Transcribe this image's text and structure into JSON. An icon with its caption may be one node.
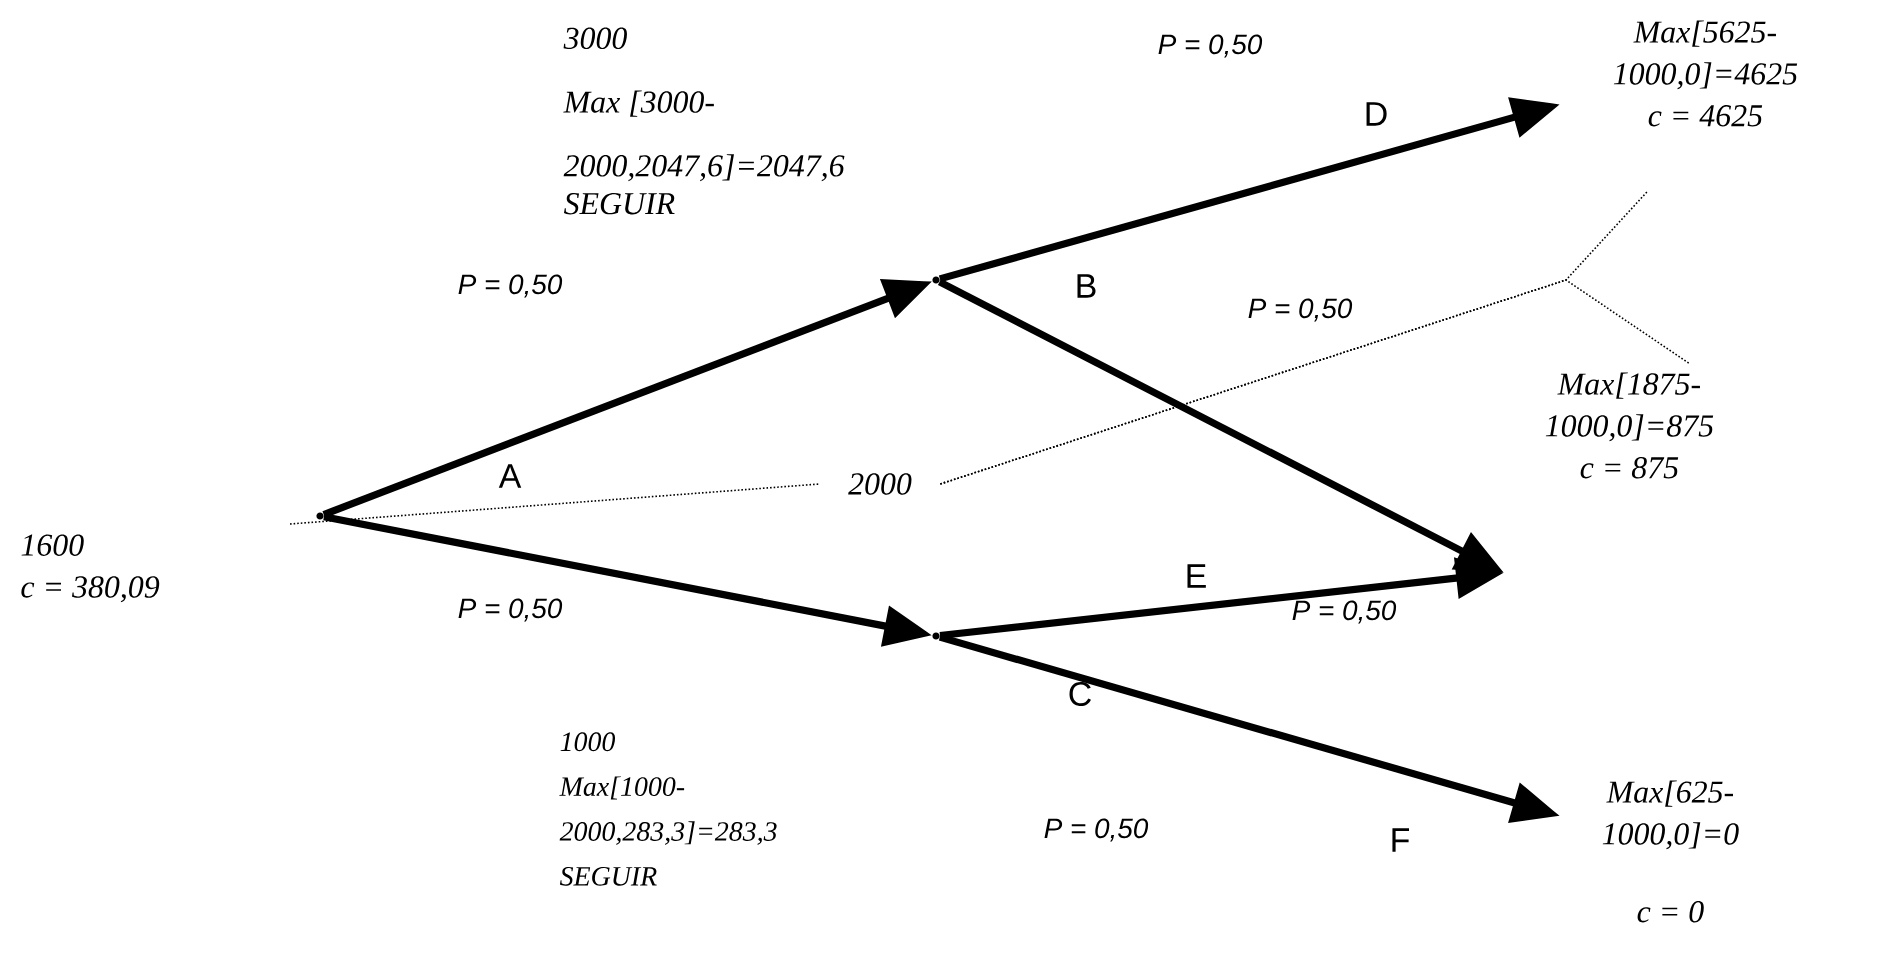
{
  "diagram": {
    "nodes": [
      {
        "text": [],
        "shape": "point",
        "beside": [
          "1600",
          "c = 380,09"
        ]
      },
      {
        "text": [],
        "shape": "point",
        "beside": [
          "3000",
          "Max [3000- 2000,2047,6]=2047,6",
          "SEGUIR"
        ]
      },
      {
        "text": [],
        "shape": "point",
        "beside": [
          "1000",
          "Max[1000- 2000,283,3]=283,3",
          "SEGUIR"
        ]
      },
      {
        "text": [
          "Max[5625- 1000,0]=4625",
          "c = 4625"
        ]
      },
      {
        "text": [
          "Max[1875- 1000,0]=875",
          "c = 875"
        ]
      },
      {
        "text": [
          "Max[625- 1000,0]=0",
          "c = 0"
        ]
      },
      {
        "text": [
          "2000"
        ]
      }
    ],
    "edges": [
      {
        "from": 0,
        "to": 1,
        "arrow": "to"
      },
      {
        "from": 0,
        "to": 2,
        "arrow": "to"
      },
      {
        "from": 1,
        "to": 3,
        "arrow": "to"
      },
      {
        "from": 1,
        "to": 4,
        "arrow": "to"
      },
      {
        "from": 2,
        "to": 4,
        "arrow": "to"
      },
      {
        "from": 2,
        "to": 5,
        "arrow": "to"
      },
      {
        "from": 0,
        "to": 6,
        "arrow": "none",
        "style": "dashed"
      },
      {
        "from": 6,
        "to": 3,
        "arrow": "none",
        "style": "dashed"
      },
      {
        "from": 6,
        "to": 4,
        "arrow": "none",
        "style": "dashed"
      }
    ],
    "labels": [
      "P = 0,50",
      "D",
      "P = 0,50",
      "B",
      "P = 0,50",
      "A",
      "E",
      "P = 0,50",
      "P = 0,50",
      "C",
      "P = 0,50",
      "F"
    ]
  }
}
